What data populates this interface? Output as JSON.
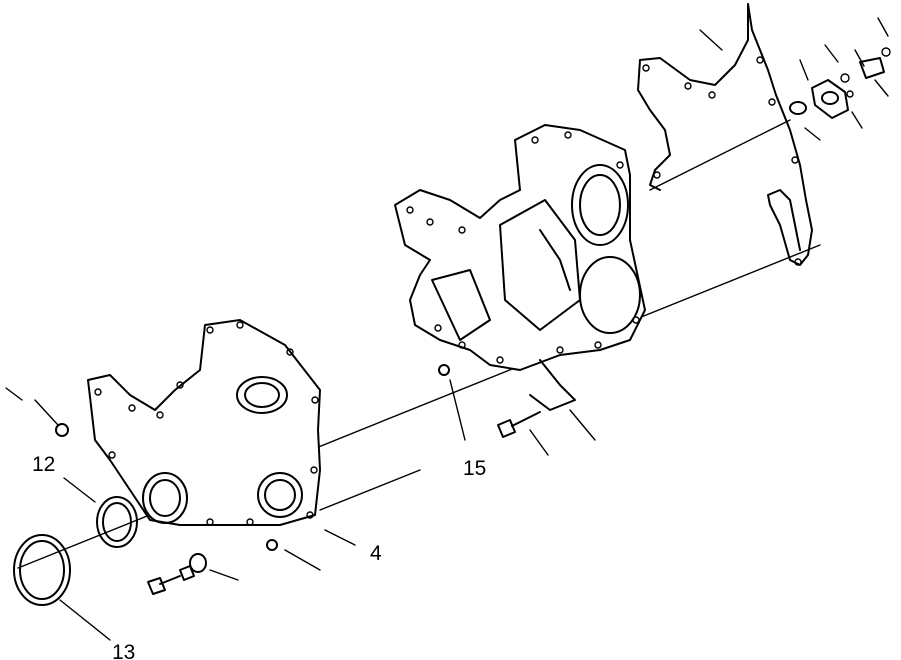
{
  "callouts": {
    "c12": "12",
    "c13": "13",
    "c4": "4",
    "c15": "15"
  }
}
